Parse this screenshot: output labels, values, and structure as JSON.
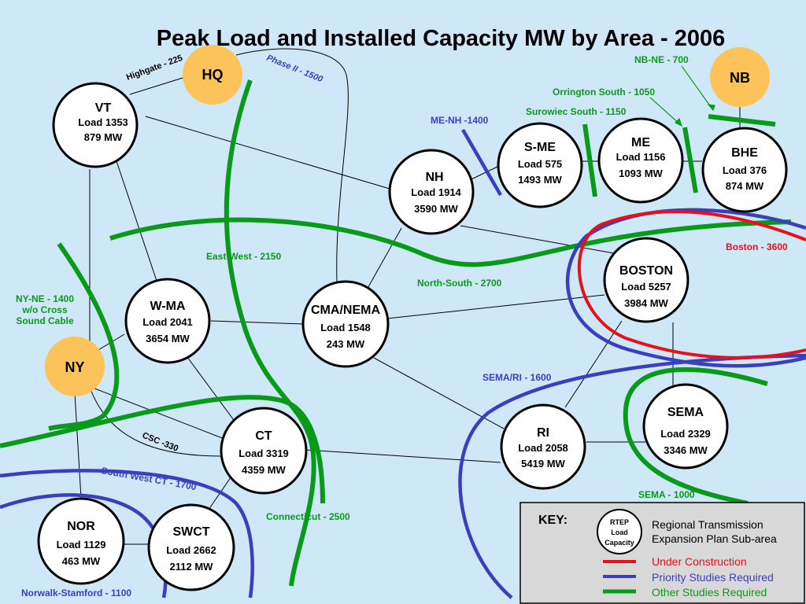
{
  "title": "Peak Load and Installed Capacity MW by Area - 2006",
  "colors": {
    "background": "#cfe8f8",
    "green": "#0a9a1a",
    "blue": "#3a3fbf",
    "red": "#e8101a",
    "external_area": "#fbc35a",
    "green_text": "#0a9a1a",
    "blue_text": "#3a3fbf",
    "red_text": "#e8101a"
  },
  "areas": [
    {
      "id": "vt",
      "name": "VT",
      "load": "Load 1353",
      "capacity": "879 MW"
    },
    {
      "id": "nh",
      "name": "NH",
      "load": "Load 1914",
      "capacity": "3590 MW"
    },
    {
      "id": "sme",
      "name": "S-ME",
      "load": "Load 575",
      "capacity": "1493 MW"
    },
    {
      "id": "me",
      "name": "ME",
      "load": "Load 1156",
      "capacity": "1093 MW"
    },
    {
      "id": "bhe",
      "name": "BHE",
      "load": "Load 376",
      "capacity": "874 MW"
    },
    {
      "id": "boston",
      "name": "BOSTON",
      "load": "Load 5257",
      "capacity": "3984 MW"
    },
    {
      "id": "wma",
      "name": "W-MA",
      "load": "Load 2041",
      "capacity": "3654 MW"
    },
    {
      "id": "cmanema",
      "name": "CMA/NEMA",
      "load": "Load 1548",
      "capacity": "243 MW"
    },
    {
      "id": "ri",
      "name": "RI",
      "load": "Load 2058",
      "capacity": "5419 MW"
    },
    {
      "id": "sema",
      "name": "SEMA",
      "load": "Load 2329",
      "capacity": "3346 MW"
    },
    {
      "id": "ct",
      "name": "CT",
      "load": "Load 3319",
      "capacity": "4359 MW"
    },
    {
      "id": "nor",
      "name": "NOR",
      "load": "Load 1129",
      "capacity": "463 MW"
    },
    {
      "id": "swct",
      "name": "SWCT",
      "load": "Load 2662",
      "capacity": "2112 MW"
    }
  ],
  "external_areas": {
    "hq": "HQ",
    "nb": "NB",
    "ny": "NY"
  },
  "interfaces": {
    "highgate": "Highgate - 225",
    "phase2": "Phase II - 1500",
    "nbne": "NB-NE - 700",
    "orrington": "Orrington South - 1050",
    "surowiec": "Surowiec South  - 1150",
    "menh": "ME-NH -1400",
    "boston": "Boston - 3600",
    "eastwest": "East-West - 2150",
    "northsouth": "North-South - 2700",
    "nyne_line1": "NY-NE - 1400",
    "nyne_line2": "w/o Cross",
    "nyne_line3": "Sound Cable",
    "semari": "SEMA/RI - 1600",
    "csc": "CSC -330",
    "swct": "South West CT - 1700",
    "connecticut": "Connecticut - 2500",
    "sema": "SEMA - 1000",
    "norwalk": "Norwalk-Stamford - 1100"
  },
  "key": {
    "title": "KEY:",
    "circle_line1": "RTEP",
    "circle_line2": "Load",
    "circle_line3": "Capacity",
    "circle_desc_line1": "Regional Transmission",
    "circle_desc_line2": "Expansion Plan Sub-area",
    "items": [
      {
        "label": "Under Construction",
        "color": "#e8101a"
      },
      {
        "label": "Priority Studies Required",
        "color": "#3a3fbf"
      },
      {
        "label": "Other Studies Required",
        "color": "#0a9a1a"
      }
    ]
  }
}
